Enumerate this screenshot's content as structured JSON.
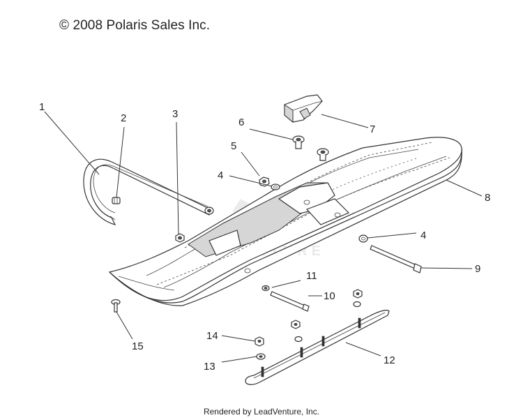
{
  "copyright": "© 2008 Polaris Sales Inc.",
  "footer": "Rendered by LeadVenture, Inc.",
  "callouts": [
    "1",
    "2",
    "3",
    "4",
    "4",
    "6",
    "5",
    "7",
    "8",
    "9",
    "10",
    "11",
    "12",
    "13",
    "14",
    "15"
  ],
  "watermark": "LEADVENTURE"
}
